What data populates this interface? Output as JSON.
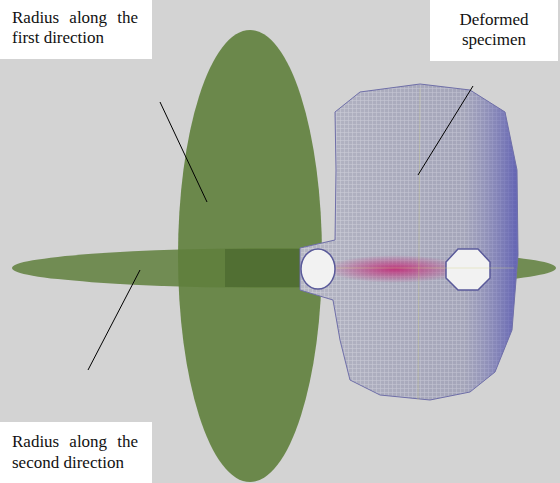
{
  "diagram": {
    "nodes": [
      {
        "text": [
          "Radius along the first direction"
        ]
      },
      {
        "text": [
          "Deformed specimen"
        ]
      },
      {
        "text": [
          "Radius along the second direction"
        ]
      }
    ]
  }
}
